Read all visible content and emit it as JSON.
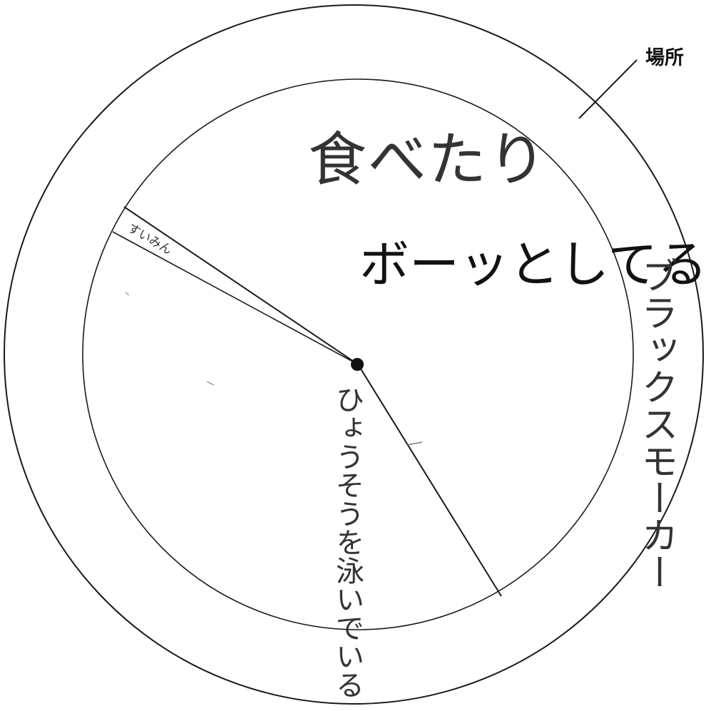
{
  "diagram": {
    "outer_label": "場所",
    "place": "ブラックスモーカー",
    "segments": [
      {
        "label": "食べたり"
      },
      {
        "label": "ボーッとしてる"
      },
      {
        "label": "すいみん"
      },
      {
        "label": "ひょうそうを泳いでいる"
      }
    ]
  }
}
